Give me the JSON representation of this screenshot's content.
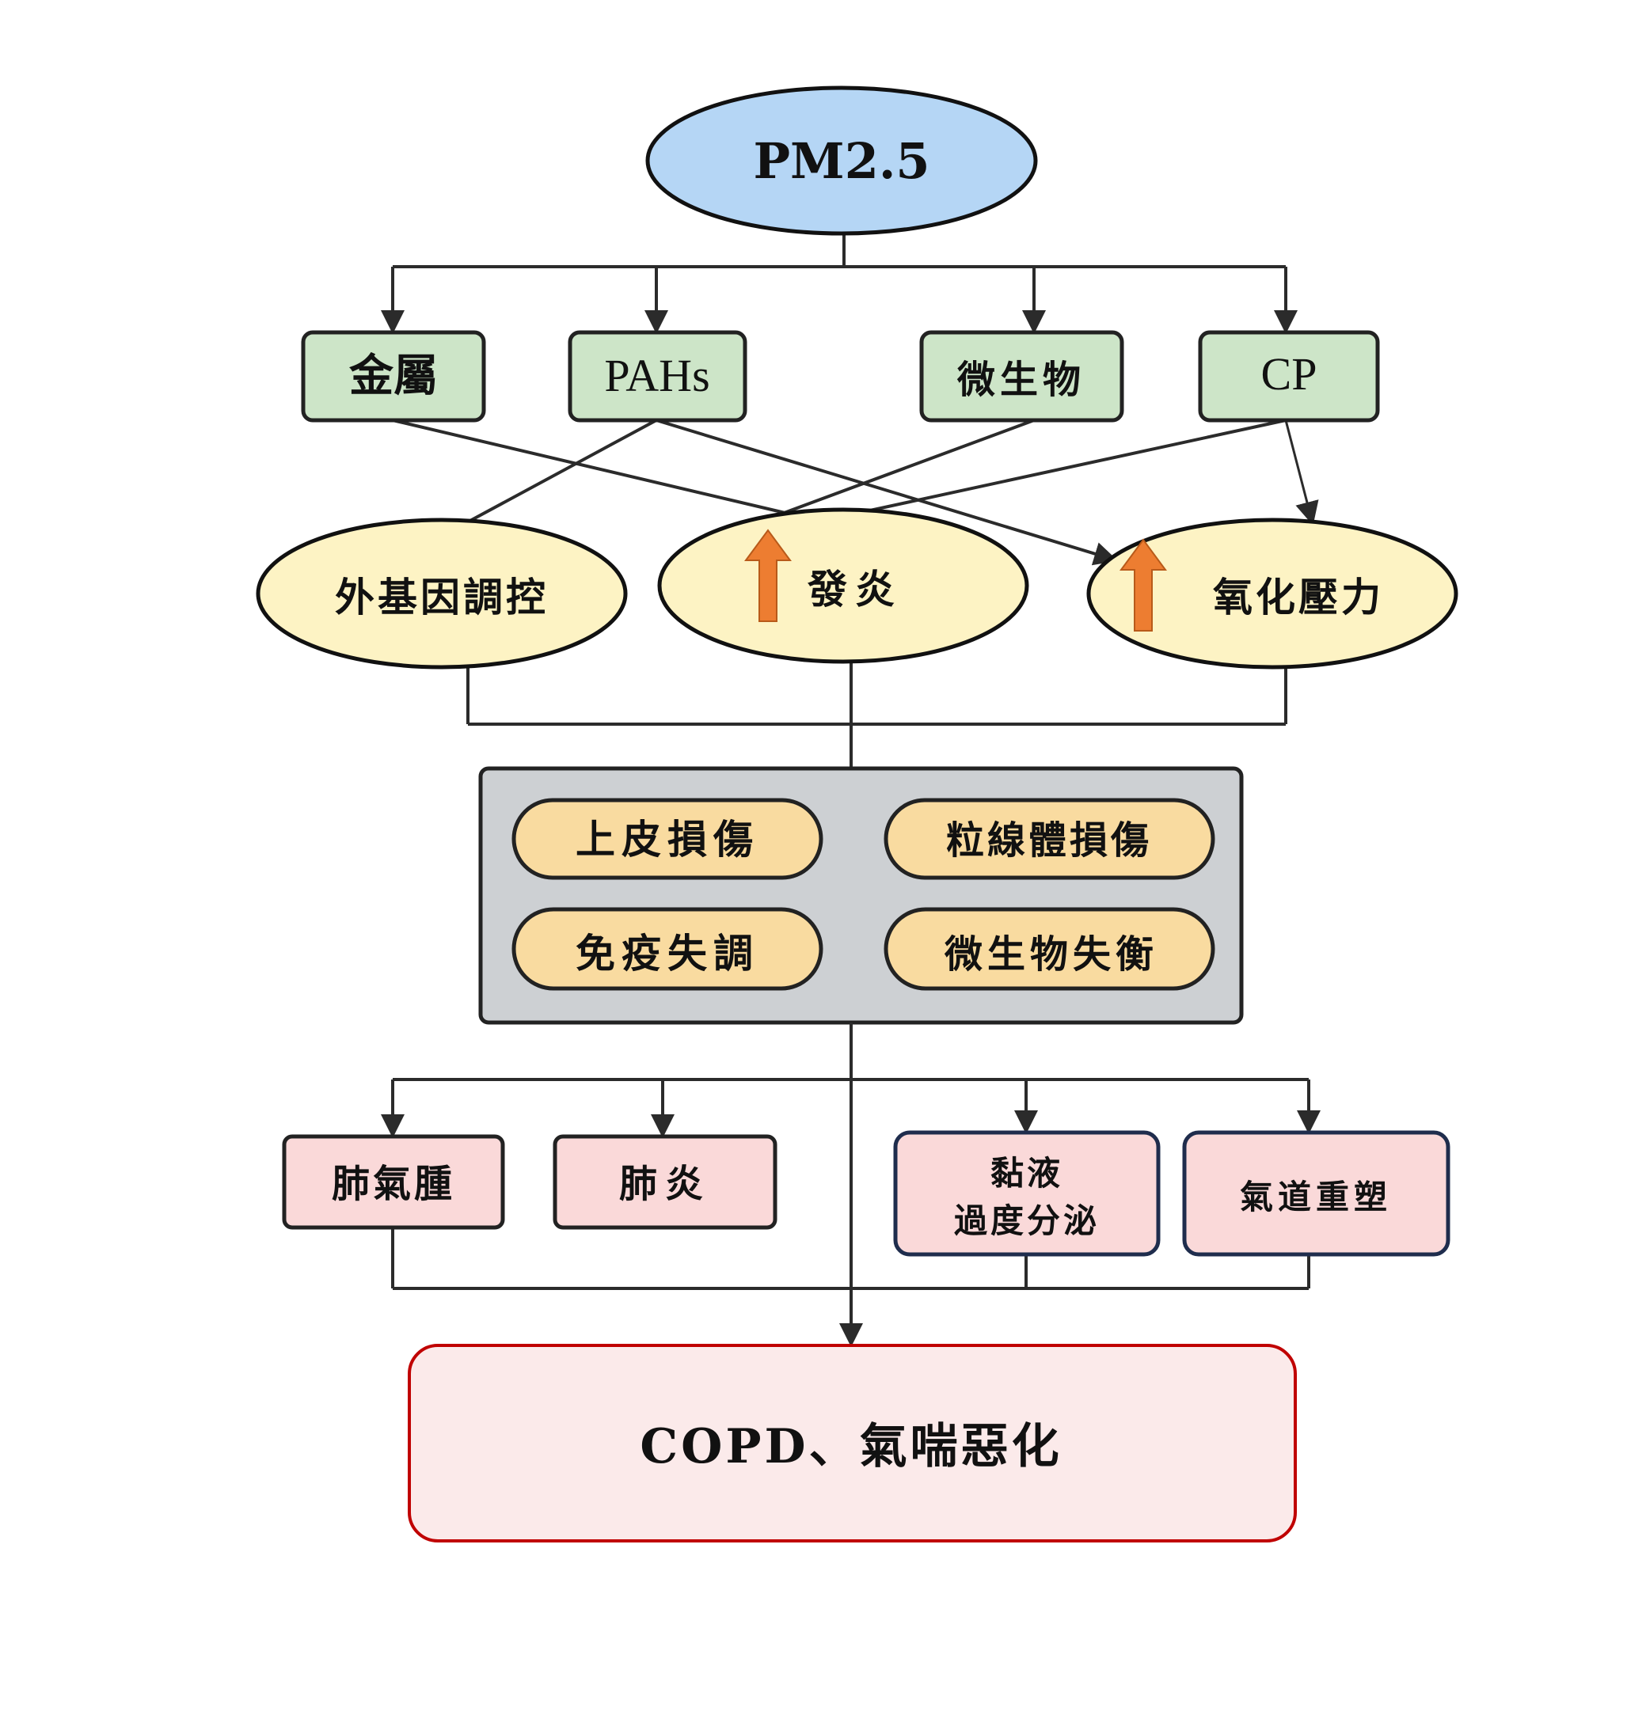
{
  "colors": {
    "source_fill": "#b5d6f5",
    "component_fill": "#cde5c8",
    "mechanism_fill": "#fdf3c4",
    "pathway_panel_fill": "#cdd0d3",
    "pathway_pill_fill": "#f9dba0",
    "disease_fill": "#fad9d9",
    "disease_border_dark": "#1f2d4d",
    "outcome_fill": "#fbeaea",
    "outcome_border": "#c00000",
    "up_arrow": "#ed7d31",
    "line": "#2b2b2b"
  },
  "source": {
    "label": "PM2.5"
  },
  "components": [
    {
      "id": "metals",
      "label": "金屬"
    },
    {
      "id": "pahs",
      "label": "PAHs"
    },
    {
      "id": "microbes",
      "label": "微生物"
    },
    {
      "id": "cp",
      "label": "CP"
    }
  ],
  "mechanisms": [
    {
      "id": "epigenetic",
      "label": "外基因調控",
      "increase": false
    },
    {
      "id": "inflammation",
      "label": "發炎",
      "increase": true
    },
    {
      "id": "oxidative",
      "label": "氧化壓力",
      "increase": true
    }
  ],
  "component_links": [
    {
      "from": "pahs",
      "to": "epigenetic"
    },
    {
      "from": "metals",
      "to": "inflammation"
    },
    {
      "from": "microbes",
      "to": "inflammation"
    },
    {
      "from": "cp",
      "to": "inflammation"
    },
    {
      "from": "pahs",
      "to": "oxidative"
    },
    {
      "from": "cp",
      "to": "oxidative"
    }
  ],
  "pathways": [
    {
      "label": "上皮損傷"
    },
    {
      "label": "粒線體損傷"
    },
    {
      "label": "免疫失調"
    },
    {
      "label": "微生物失衡"
    }
  ],
  "diseases": [
    {
      "label": "肺氣腫",
      "lines": [
        "肺氣腫"
      ]
    },
    {
      "label": "肺炎",
      "lines": [
        "肺炎"
      ]
    },
    {
      "label": "黏液過度分泌",
      "lines": [
        "黏液",
        "過度分泌"
      ]
    },
    {
      "label": "氣道重塑",
      "lines": [
        "氣道重塑"
      ]
    }
  ],
  "outcome": {
    "label": "COPD、氣喘惡化"
  }
}
